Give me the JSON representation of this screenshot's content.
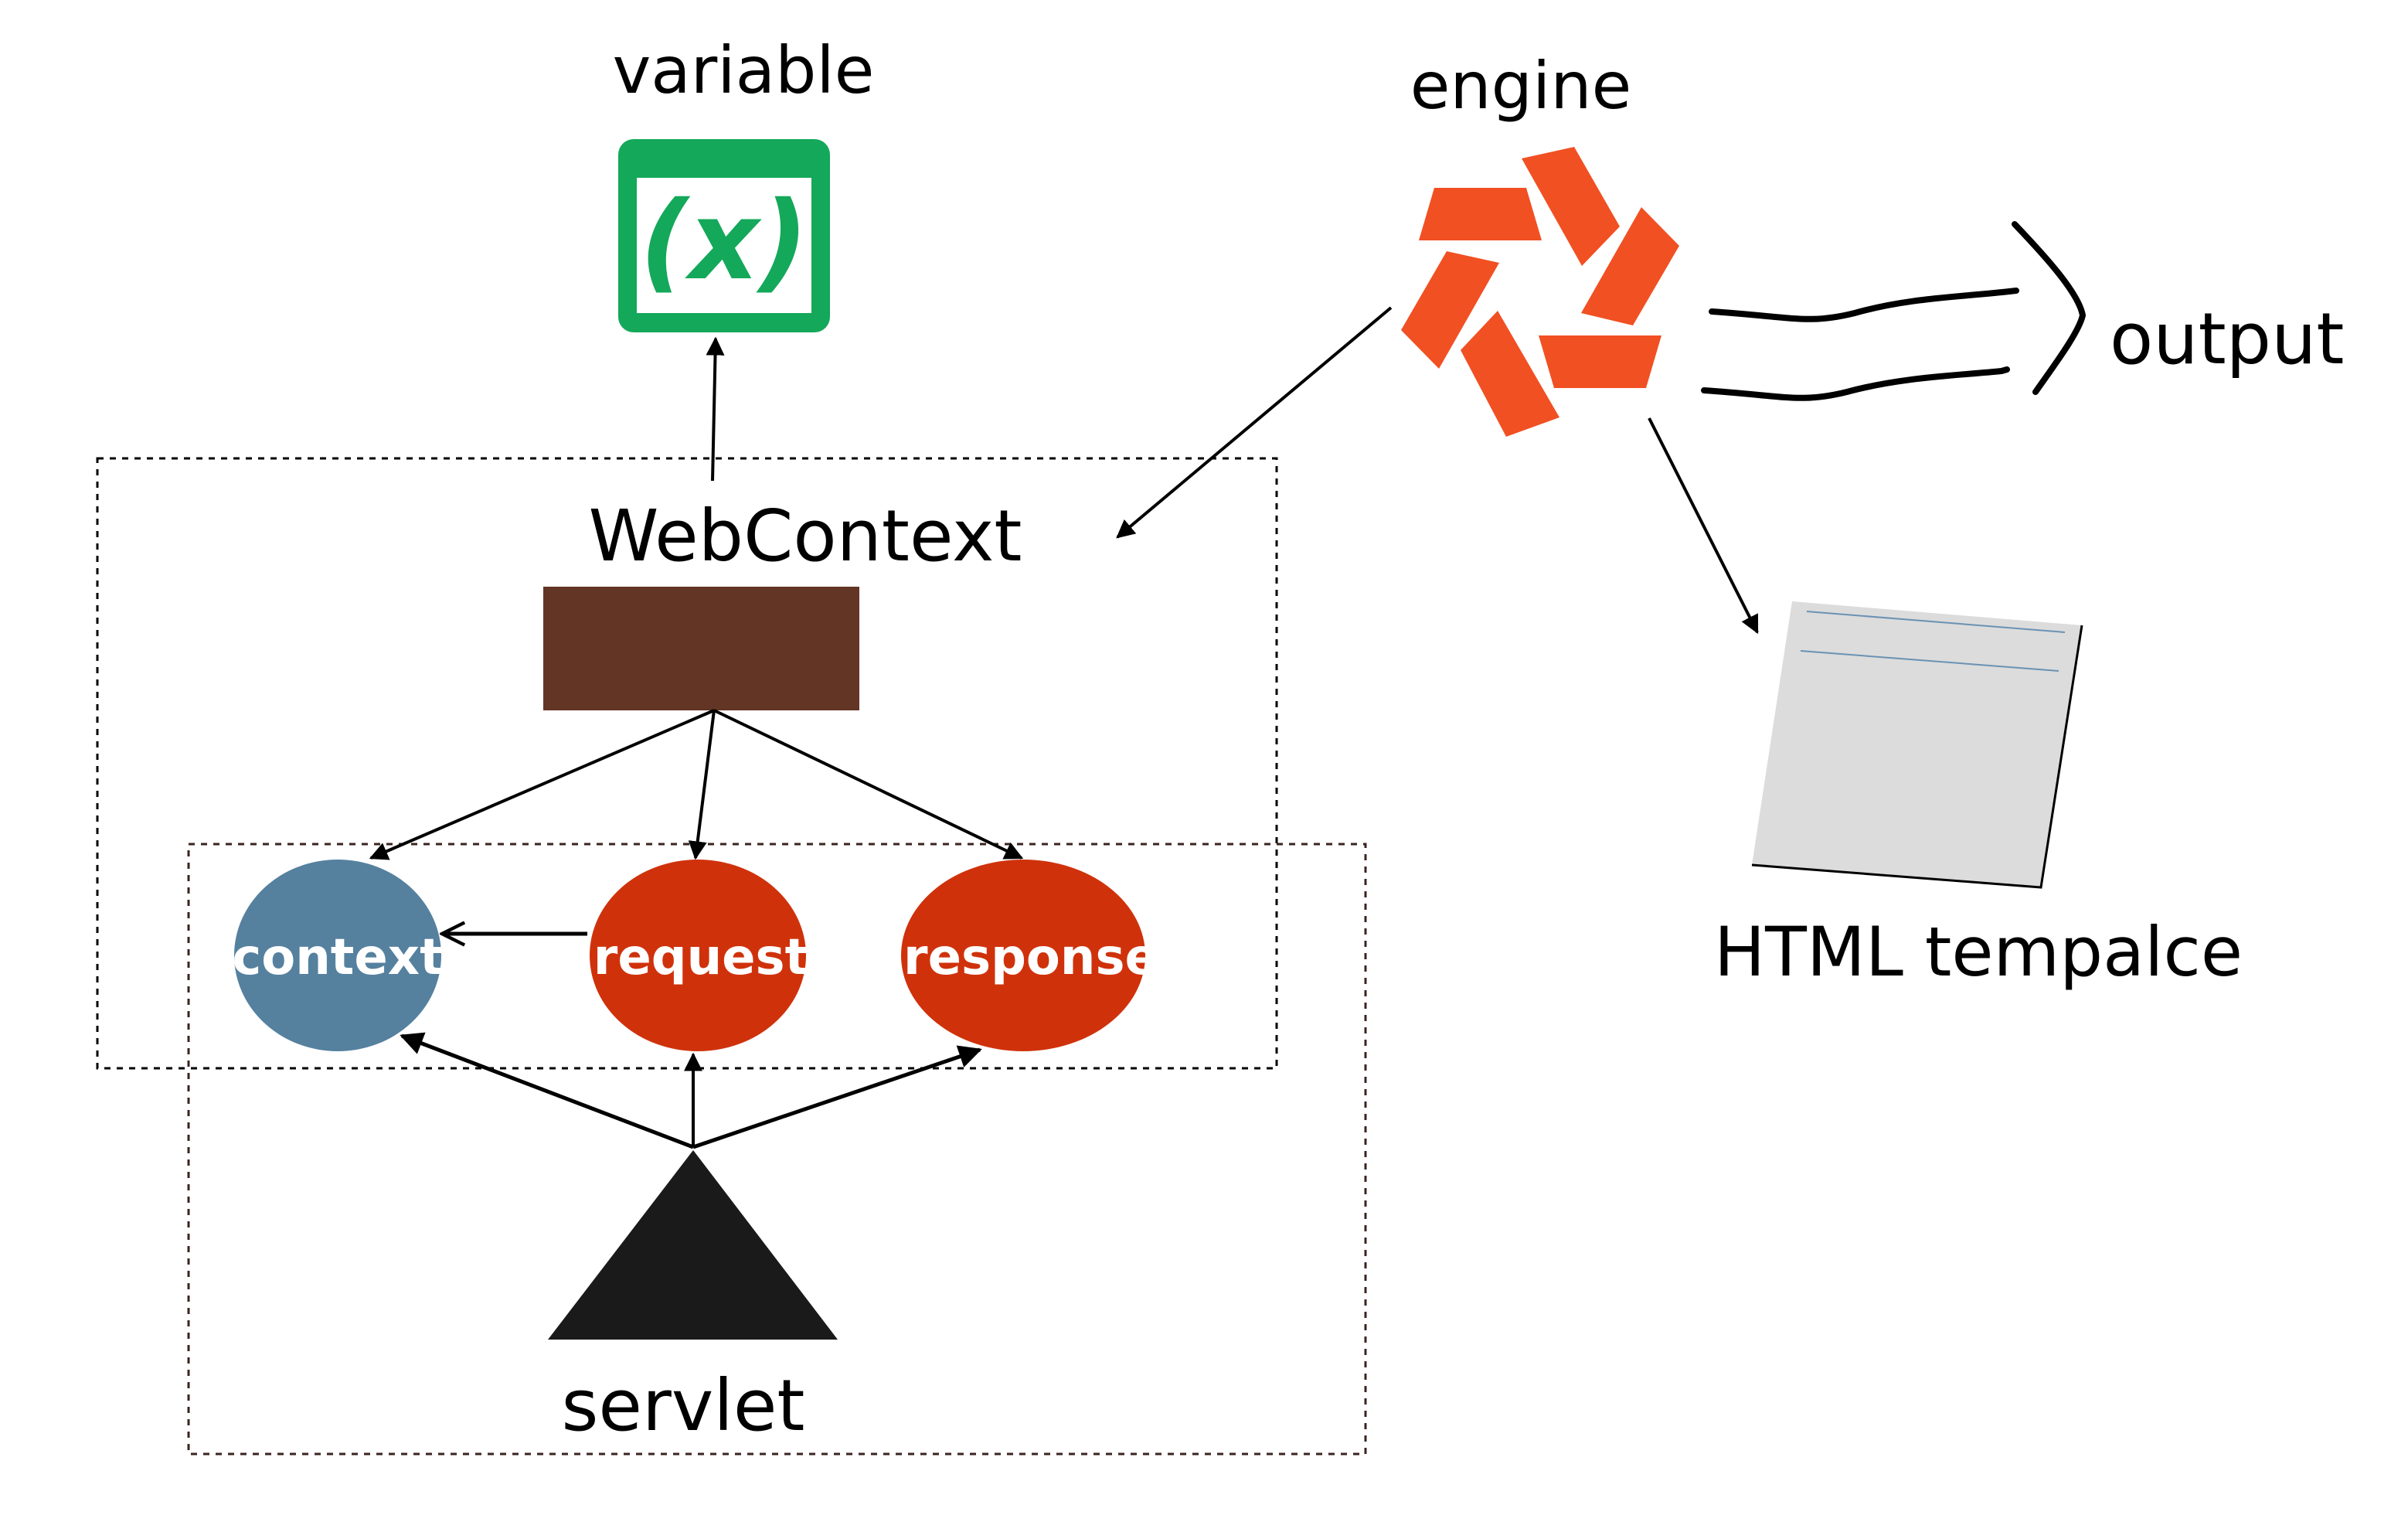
{
  "labels": {
    "variable": "variable",
    "engine": "engine",
    "output": "output",
    "webcontext": "WebContext",
    "servlet": "servlet",
    "html_template": "HTML tempalce"
  },
  "nodes": {
    "context": "context",
    "request": "request",
    "response": "response"
  },
  "icons": {
    "variable_icon_text": "(x)"
  },
  "colors": {
    "variable_green": "#14a85a",
    "engine_orange": "#f15022",
    "webcontext_brown": "#623524",
    "context_blue": "#55819f",
    "request_red": "#cf320b",
    "response_red": "#cf320b",
    "template_gray": "#dcdcdc",
    "template_line": "#6a92b4"
  }
}
